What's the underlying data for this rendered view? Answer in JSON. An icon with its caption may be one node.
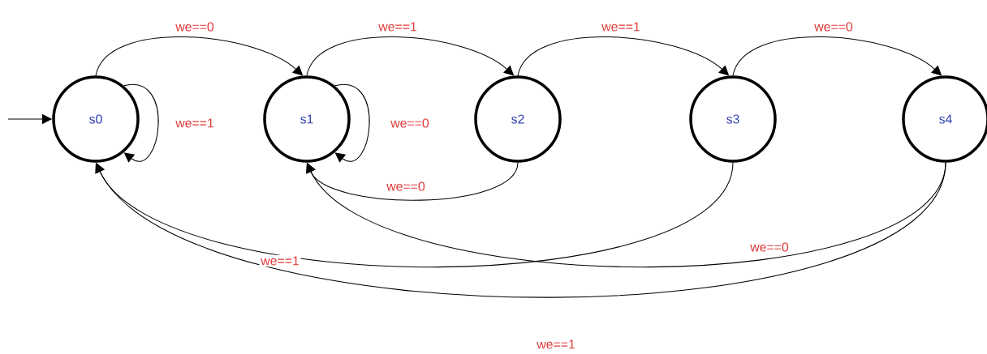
{
  "diagram": {
    "nodes": [
      {
        "text": [
          "s0"
        ]
      },
      {
        "text": [
          "s1"
        ]
      },
      {
        "text": [
          "s2"
        ]
      },
      {
        "text": [
          "s3"
        ]
      },
      {
        "text": [
          "s4"
        ]
      }
    ],
    "edges": [
      {
        "from": null,
        "to": 0,
        "arrow": "to"
      },
      {
        "from": 0,
        "to": 1,
        "arrow": "to",
        "label": "we==0"
      },
      {
        "from": 0,
        "to": 0,
        "arrow": "to",
        "label": "we==1"
      },
      {
        "from": 1,
        "to": 2,
        "arrow": "to",
        "label": "we==1"
      },
      {
        "from": 1,
        "to": 1,
        "arrow": "to",
        "label": "we==0"
      },
      {
        "from": 2,
        "to": 3,
        "arrow": "to",
        "label": "we==1"
      },
      {
        "from": 3,
        "to": 4,
        "arrow": "to",
        "label": "we==0"
      },
      {
        "from": 2,
        "to": 1,
        "arrow": "to",
        "label": "we==0"
      },
      {
        "from": 3,
        "to": 0,
        "arrow": "to",
        "label": "we==1"
      },
      {
        "from": 4,
        "to": 1,
        "arrow": "to",
        "label": "we==0"
      },
      {
        "from": 4,
        "to": 0,
        "arrow": "to",
        "label": "we==1"
      }
    ]
  }
}
